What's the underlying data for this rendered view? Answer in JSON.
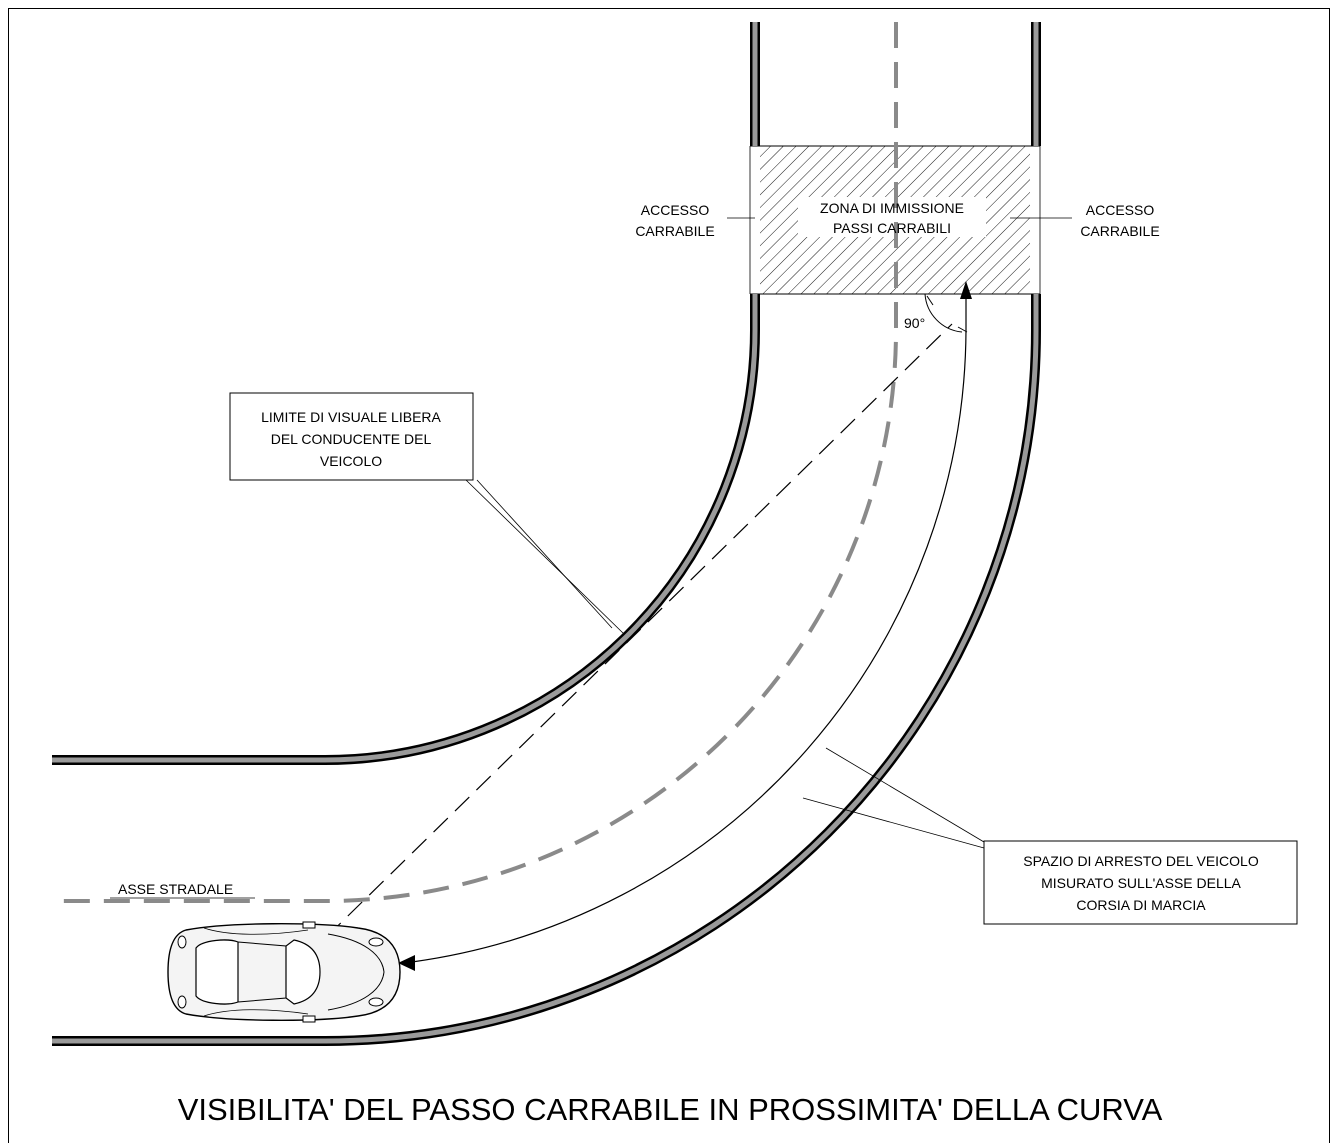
{
  "title": "VISIBILITA' DEL PASSO CARRABILE IN PROSSIMITA' DELLA CURVA",
  "labels": {
    "access_left": [
      "ACCESSO",
      "CARRABILE"
    ],
    "access_right": [
      "ACCESSO",
      "CARRABILE"
    ],
    "zone": [
      "ZONA DI IMMISSIONE",
      "PASSI CARRABILI"
    ],
    "angle": "90°",
    "visibility_limit": [
      "LIMITE DI VISUALE LIBERA",
      "DEL CONDUCENTE DEL",
      "VEICOLO"
    ],
    "road_axis": "ASSE STRADALE",
    "stopping_distance": [
      "SPAZIO DI ARRESTO DEL VEICOLO",
      "MISURATO SULL'ASSE DELLA",
      "CORSIA DI MARCIA"
    ]
  },
  "colors": {
    "line": "#000000",
    "kerb_fill": "#9a9a9a",
    "axis": "#8a8a8a",
    "car_fill": "#f4f4f4"
  }
}
